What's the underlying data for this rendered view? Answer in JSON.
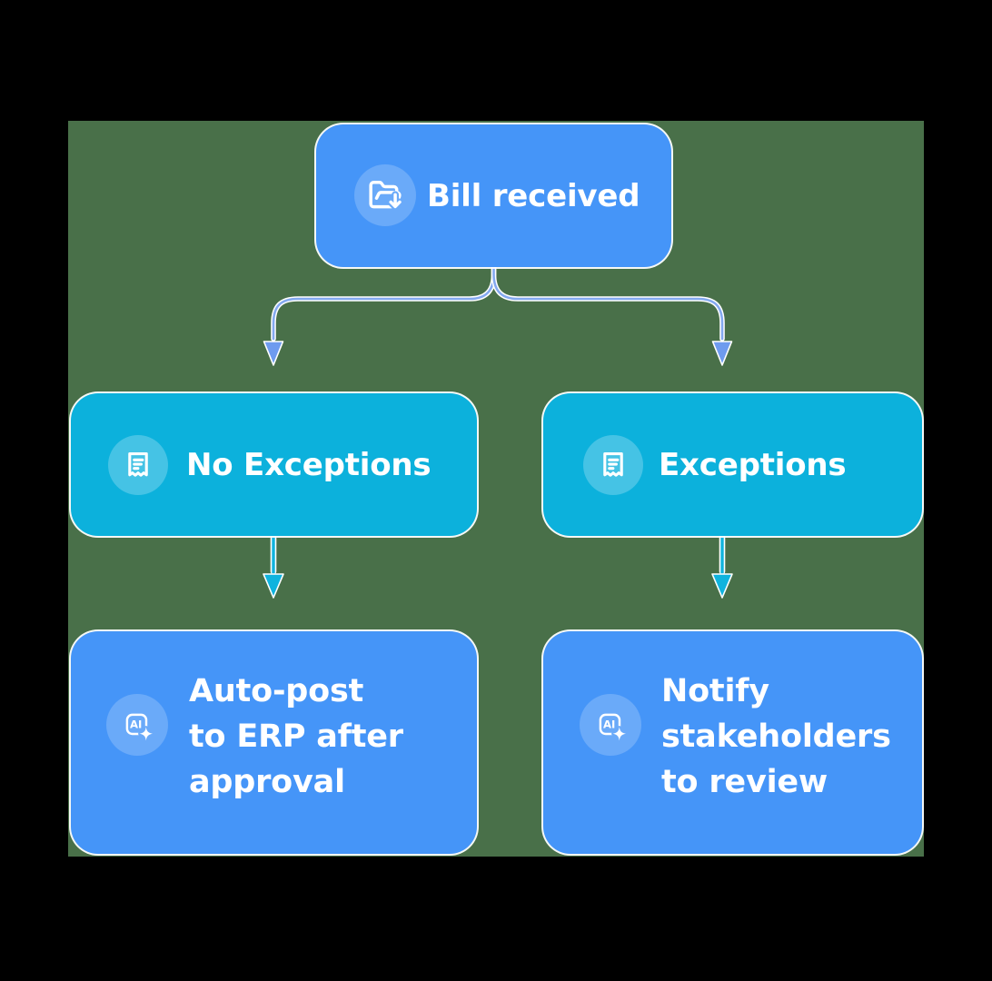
{
  "palette": {
    "canvas_black": "#000000",
    "board_green": "#497049",
    "primary_blue": "#4595f8",
    "primary_blue_light": "#6aaaf9",
    "cyan": "#0cb1dc",
    "cyan_light": "#45c3e5",
    "connector_blue": "#84a9f0",
    "connector_arrow": "#6e9bef",
    "cyan_arrow": "#0fb3de",
    "text_white": "#ffffff"
  },
  "flowchart": {
    "root": {
      "label": "Bill received",
      "icon": "folder-download-icon"
    },
    "branches": [
      {
        "condition": {
          "label": "No Exceptions",
          "icon": "receipt-icon"
        },
        "action": {
          "label": "Auto-post\nto ERP after\napproval",
          "icon": "ai-sparkle-icon"
        }
      },
      {
        "condition": {
          "label": "Exceptions",
          "icon": "receipt-icon"
        },
        "action": {
          "label": "Notify\nstakeholders\nto review",
          "icon": "ai-sparkle-icon"
        }
      }
    ]
  }
}
